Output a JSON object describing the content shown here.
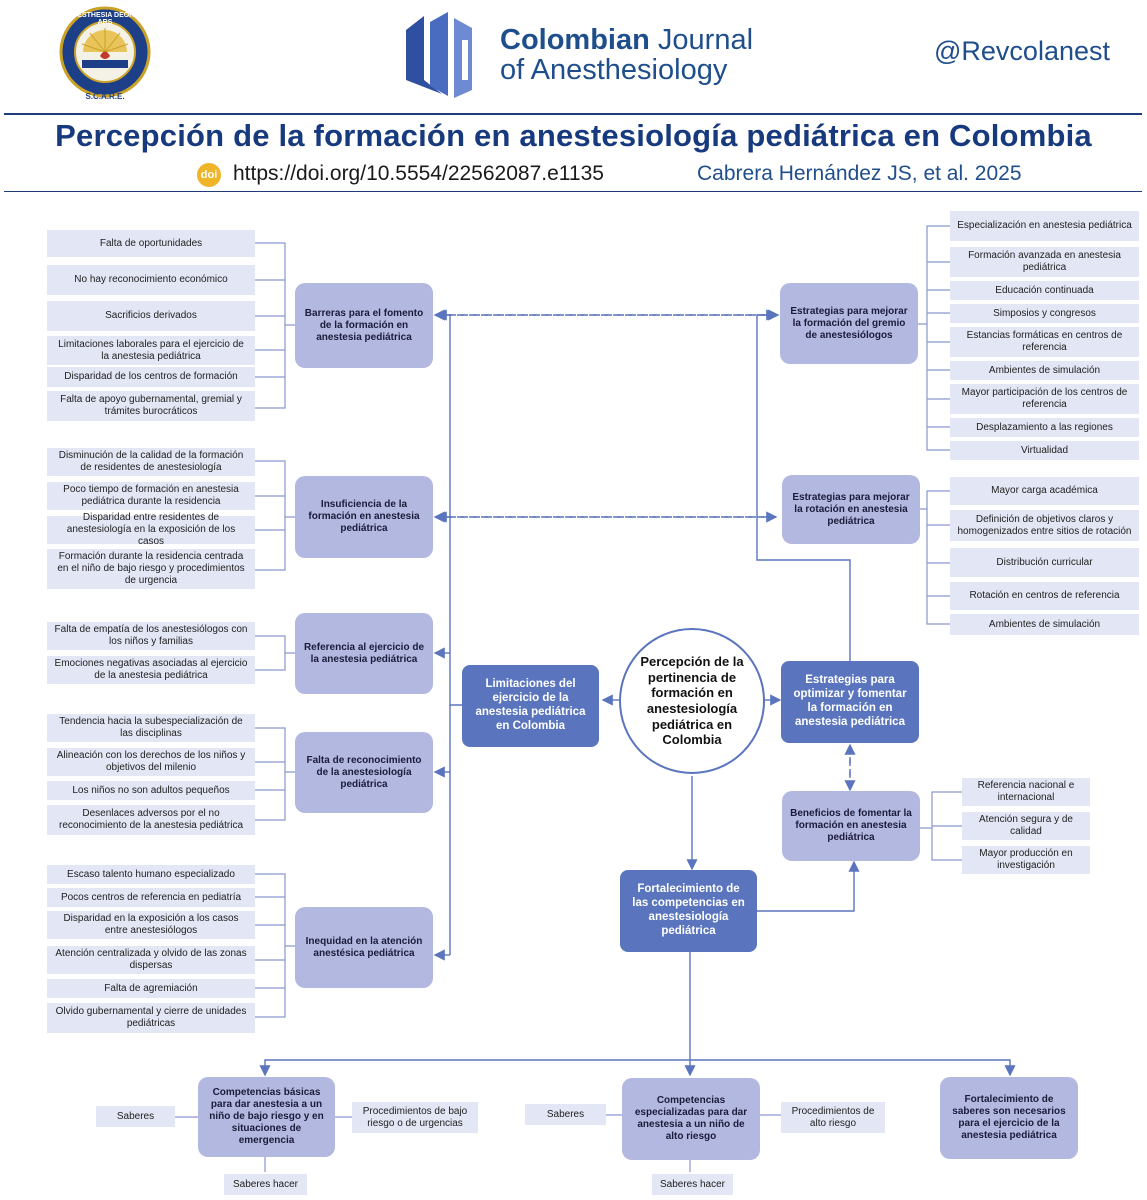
{
  "header": {
    "seal_text": "ANÆSTHESIA DEORUM ARS",
    "seal_subtext": "S.C.A.R.E.",
    "journal_name_bold": "Colombian",
    "journal_name_rest": " Journal",
    "journal_name_line2": "of Anesthesiology",
    "handle": "@Revcolanest",
    "title": "Percepción de la formación en anestesiología pediátrica en Colombia",
    "doi_badge": "doi",
    "doi": "https://doi.org/10.5554/22562087.e1135",
    "authors": "Cabrera Hernández JS, et al. 2025"
  },
  "colors": {
    "brand": "#1f4e8c",
    "main_box": "#5a75be",
    "category_box": "#b3b8e0",
    "leaf_box": "#e3e6f4"
  },
  "diagram": {
    "center": "Percepción de la pertinencia de formación en anestesiología pediátrica en Colombia",
    "limitations": "Limitaciones del ejercicio de la anestesia pediátrica en Colombia",
    "strategies": "Estrategias para optimizar y fomentar la formación en anestesia pediátrica",
    "strengthening": "Fortalecimiento de las competencias en anestesiología pediátrica",
    "left_groups": [
      {
        "title": "Barreras para el fomento de la formación en anestesia pediátrica",
        "items": [
          "Falta de oportunidades",
          "No hay reconocimiento económico",
          "Sacrificios derivados",
          "Limitaciones laborales para el ejercicio de la anestesia pediátrica",
          "Disparidad de los centros de formación",
          "Falta de apoyo gubernamental, gremial y trámites burocráticos"
        ]
      },
      {
        "title": "Insuficiencia de la formación en anestesia pediátrica",
        "items": [
          "Disminución de la calidad de la formación de residentes de anestesiología",
          "Poco tiempo de formación en anestesia pediátrica durante la residencia",
          "Disparidad entre residentes de anestesiología en la exposición de los casos",
          "Formación durante la residencia centrada en el niño de bajo riesgo y procedimientos de urgencia"
        ]
      },
      {
        "title": "Referencia al ejercicio de la anestesia pediátrica",
        "items": [
          "Falta de empatía de los anestesiólogos con los niños y familias",
          "Emociones negativas asociadas al ejercicio de la anestesia pediátrica"
        ]
      },
      {
        "title": "Falta de reconocimiento de la anestesiología pediátrica",
        "items": [
          "Tendencia hacia la subespecialización de las disciplinas",
          "Alineación con los derechos de los niños y objetivos del milenio",
          "Los niños no son adultos pequeños",
          "Desenlaces adversos por el no reconocimiento de la anestesia pediátrica"
        ]
      },
      {
        "title": "Inequidad en la atención anestésica pediátrica",
        "items": [
          "Escaso talento humano especializado",
          "Pocos centros de referencia en pediatría",
          "Disparidad en la exposición a los casos entre anestesiólogos",
          "Atención centralizada y olvido de las zonas dispersas",
          "Falta de agremiación",
          "Olvido gubernamental y cierre de unidades pediátricas"
        ]
      }
    ],
    "right_groups": [
      {
        "title": "Estrategias para mejorar la formación del gremio de anestesiólogos",
        "items": [
          "Especialización en anestesia pediátrica",
          "Formación avanzada en anestesia pediátrica",
          "Educación continuada",
          "Simposios y congresos",
          "Estancias formáticas en centros de referencia",
          "Ambientes de simulación",
          "Mayor participación de los centros de referencia",
          "Desplazamiento a las regiones",
          "Virtualidad"
        ]
      },
      {
        "title": "Estrategias para mejorar la rotación en anestesia pediátrica",
        "items": [
          "Mayor carga académica",
          "Definición de objetivos claros y homogenizados entre sitios de rotación",
          "Distribución curricular",
          "Rotación en centros de referencia",
          "Ambientes de simulación"
        ]
      },
      {
        "title": "Beneficios de fomentar la formación en anestesia pediátrica",
        "items": [
          "Referencia nacional e internacional",
          "Atención segura y de calidad",
          "Mayor producción en investigación"
        ]
      }
    ],
    "bottom_groups": [
      {
        "title": "Competencias básicas para dar anestesia a un niño de bajo riesgo y en situaciones de emergencia",
        "left": "Saberes",
        "right": "Procedimientos de bajo riesgo o de urgencias",
        "below": "Saberes hacer"
      },
      {
        "title": "Competencias especializadas para dar anestesia a un niño de alto riesgo",
        "left": "Saberes",
        "right": "Procedimientos de alto riesgo",
        "below": "Saberes hacer"
      },
      {
        "title": "Fortalecimiento de saberes son necesarios para el ejercicio de la anestesia pediátrica"
      }
    ]
  }
}
